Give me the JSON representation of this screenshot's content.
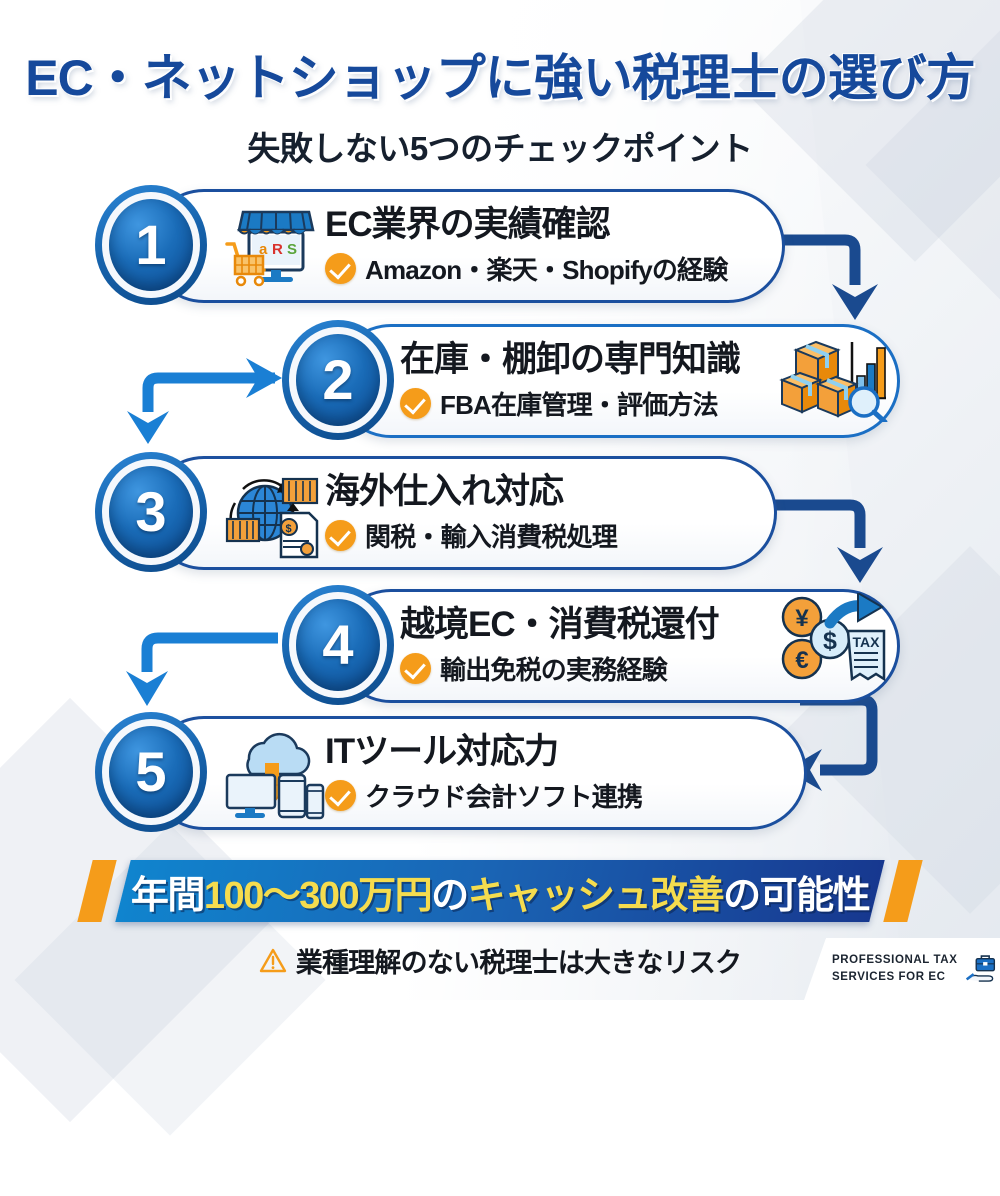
{
  "header": {
    "title": "EC・ネットショップに強い税理士の選び方",
    "subtitle": "失敗しない5つのチェックポイント"
  },
  "steps": [
    {
      "number": "1",
      "title": "EC業界の実績確認",
      "check": "Amazon・楽天・Shopifyの経験",
      "icon": "online-store-icon",
      "icon_side": "left"
    },
    {
      "number": "2",
      "title": "在庫・棚卸の専門知識",
      "check": "FBA在庫管理・評価方法",
      "icon": "inventory-boxes-chart-icon",
      "icon_side": "right"
    },
    {
      "number": "3",
      "title": "海外仕入れ対応",
      "check": "関税・輸入消費税処理",
      "icon": "global-import-icon",
      "icon_side": "left"
    },
    {
      "number": "4",
      "title": "越境EC・消費税還付",
      "check": "輸出免税の実務経験",
      "icon": "currency-tax-refund-icon",
      "icon_side": "right"
    },
    {
      "number": "5",
      "title": "ITツール対応力",
      "check": "クラウド会計ソフト連携",
      "icon": "cloud-devices-icon",
      "icon_side": "left"
    }
  ],
  "banner": {
    "seg1": "年間",
    "seg2": "100〜300万円",
    "seg3": "の",
    "seg4": "キャッシュ改善",
    "seg5": "の可能性"
  },
  "warning": {
    "icon": "warning-triangle-icon",
    "text": "業種理解のない税理士は大きなリスク"
  },
  "logo": {
    "line1": "PROFESSIONAL TAX",
    "line2": "SERVICES FOR EC",
    "icon": "briefcase-in-hand-icon"
  },
  "colors": {
    "brand_blue": "#16499b",
    "accent_orange": "#f59c1a",
    "highlight_yellow": "#f5dc4e",
    "card_border": "#1b4f9e",
    "connector_dark": "#1a4a8f",
    "connector_light": "#1a7fd4"
  }
}
